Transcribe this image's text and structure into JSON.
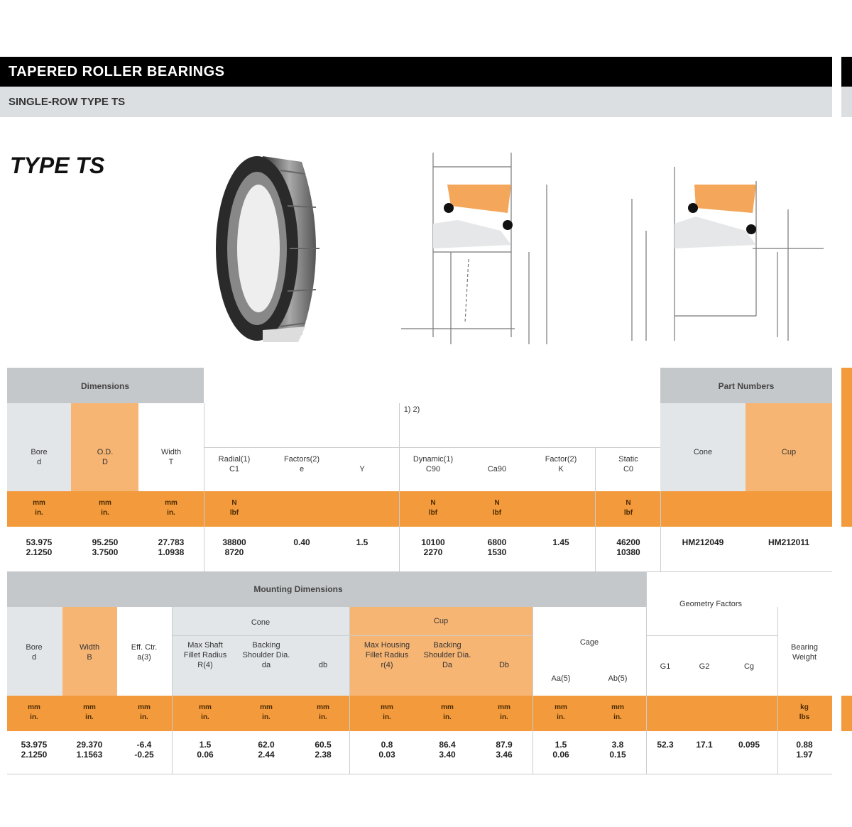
{
  "header": {
    "title": "TAPERED ROLLER BEARINGS",
    "subtitle": "SINGLE-ROW TYPE TS"
  },
  "type_label": "TYPE TS",
  "colors": {
    "orange": "#f39a3c",
    "light_orange": "#f7b574",
    "gray": "#c5c8cb",
    "light_gray": "#e3e6e9",
    "black": "#000000"
  },
  "table1": {
    "groups": [
      "Dimensions",
      "Part Numbers"
    ],
    "note": "1) 2)",
    "columns": [
      {
        "head": "Bore\nd",
        "unit": "mm\nin.",
        "values": "53.975\n2.1250"
      },
      {
        "head": "O.D.\nD",
        "unit": "mm\nin.",
        "values": "95.250\n3.7500"
      },
      {
        "head": "Width\nT",
        "unit": "mm\nin.",
        "values": "27.783\n1.0938"
      },
      {
        "head": "Radial(1)\nC1",
        "unit": "N\nlbf",
        "values": "38800\n8720"
      },
      {
        "head": "Factors(2)\ne",
        "unit": "",
        "values": "0.40\n"
      },
      {
        "head": "\nY",
        "unit": "",
        "values": "1.5\n"
      },
      {
        "head": "Dynamic(1)\nC90",
        "unit": "N\nlbf",
        "values": "10100\n2270"
      },
      {
        "head": "\nCa90",
        "unit": "N\nlbf",
        "values": "6800\n1530"
      },
      {
        "head": "Factor(2)\nK",
        "unit": "",
        "values": "1.45\n"
      },
      {
        "head": "Static\nC0",
        "unit": "N\nlbf",
        "values": "46200\n10380"
      },
      {
        "head": "Cone",
        "unit": "",
        "values": "HM212049\n"
      },
      {
        "head": "Cup",
        "unit": "",
        "values": "HM212011\n"
      }
    ]
  },
  "table2": {
    "group": "Mounting Dimensions",
    "subgroups": [
      "Cone",
      "Cup",
      "Cage",
      "Geometry Factors"
    ],
    "columns": [
      {
        "head": "Bore\nd",
        "unit": "mm\nin.",
        "values": "53.975\n2.1250"
      },
      {
        "head": "Width\nB",
        "unit": "mm\nin.",
        "values": "29.370\n1.1563"
      },
      {
        "head": "Eff. Ctr.\na(3)",
        "unit": "mm\nin.",
        "values": "-6.4\n-0.25"
      },
      {
        "head": "Max Shaft\nFillet Radius\nR(4)",
        "unit": "mm\nin.",
        "values": "1.5\n0.06"
      },
      {
        "head": "Backing\nShoulder Dia.\nda",
        "unit": "mm\nin.",
        "values": "62.0\n2.44"
      },
      {
        "head": "\n\ndb",
        "unit": "mm\nin.",
        "values": "60.5\n2.38"
      },
      {
        "head": "Max Housing\nFillet Radius\nr(4)",
        "unit": "mm\nin.",
        "values": "0.8\n0.03"
      },
      {
        "head": "Backing\nShoulder Dia.\nDa",
        "unit": "mm\nin.",
        "values": "86.4\n3.40"
      },
      {
        "head": "\n\nDb",
        "unit": "mm\nin.",
        "values": "87.9\n3.46"
      },
      {
        "head": "\nAa(5)",
        "unit": "mm\nin.",
        "values": "1.5\n0.06"
      },
      {
        "head": "\nAb(5)",
        "unit": "mm\nin.",
        "values": "3.8\n0.15"
      },
      {
        "head": "G1",
        "unit": "",
        "values": "52.3"
      },
      {
        "head": "G2",
        "unit": "",
        "values": "17.1"
      },
      {
        "head": "Cg",
        "unit": "",
        "values": "0.095"
      },
      {
        "head": "Bearing\nWeight",
        "unit": "kg\nlbs",
        "values": "0.88\n1.97"
      }
    ]
  }
}
